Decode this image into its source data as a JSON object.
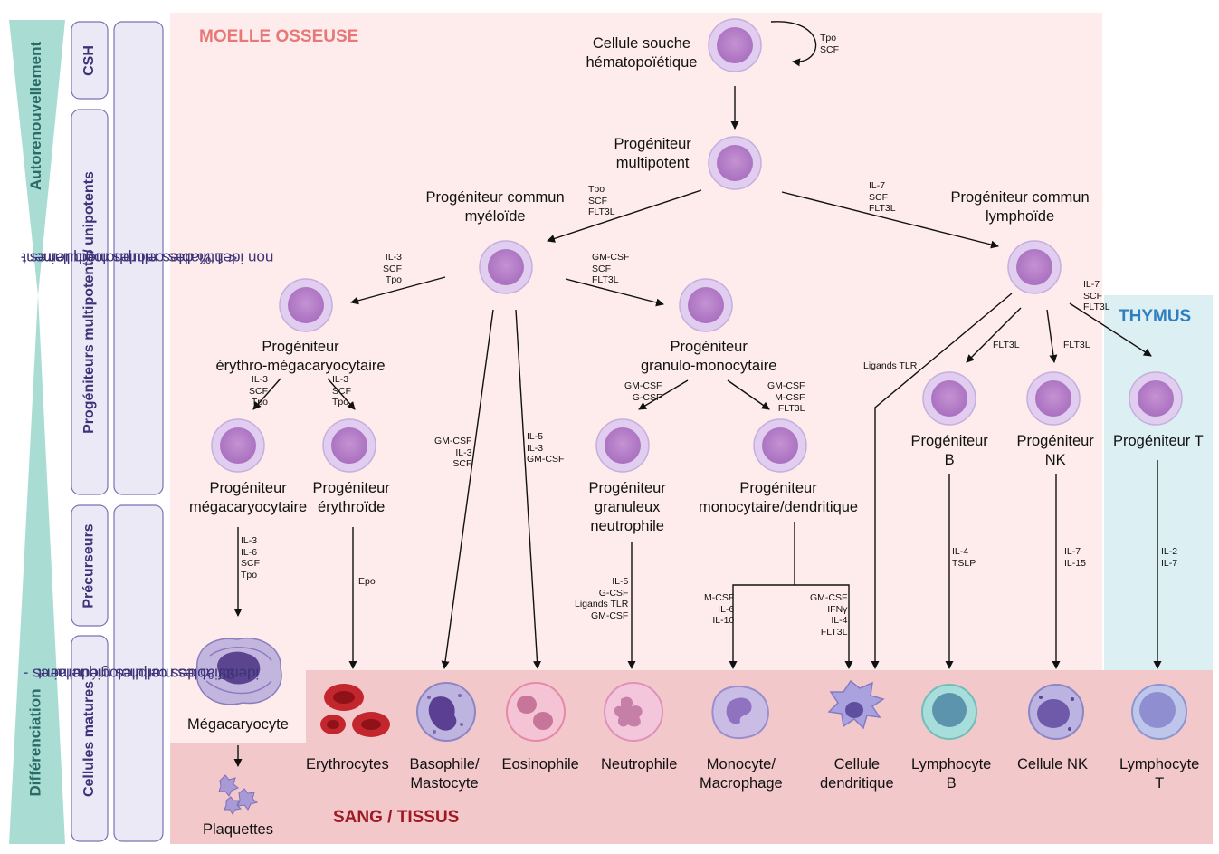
{
  "zones": {
    "moelle": "MOELLE OSSEUSE",
    "thymus": "THYMUS",
    "sang": "SANG / TISSUS"
  },
  "sidebar": {
    "top": "Autorenouvellement",
    "bottom": "Différenciation"
  },
  "stages": {
    "csh": "CSH",
    "progenitors": "Progéniteurs multipotents/ unipotents",
    "precursors": "Précurseurs",
    "mature": "Cellules matures"
  },
  "percent": {
    "upper_line1": "< 1 % des cellules médullaires -",
    "upper_line2": "non identifiables morphologiquement",
    "lower_line1": "99 % des cellules médullaires -",
    "lower_line2": "identifiables morphologiquement"
  },
  "cells": {
    "hsc": [
      "Cellule souche",
      "hématopoïétique"
    ],
    "mpp": [
      "Progéniteur",
      "multipotent"
    ],
    "cmp": [
      "Progéniteur commun",
      "myéloïde"
    ],
    "clp": [
      "Progéniteur commun",
      "lymphoïde"
    ],
    "mep": [
      "Progéniteur",
      "érythro-mégacaryocytaire"
    ],
    "gmp": [
      "Progéniteur",
      "granulo-monocytaire"
    ],
    "mkp": [
      "Progéniteur",
      "mégacaryocytaire"
    ],
    "ep": [
      "Progéniteur",
      "érythroïde"
    ],
    "gnp": [
      "Progéniteur",
      "granuleux",
      "neutrophile"
    ],
    "mdp": [
      "Progéniteur",
      "monocytaire/dendritique"
    ],
    "bp": [
      "Progéniteur",
      "B"
    ],
    "nkp": [
      "Progéniteur",
      "NK"
    ],
    "tp": [
      "Progéniteur T"
    ]
  },
  "mature": {
    "megakaryocyte": "Mégacaryocyte",
    "platelets": "Plaquettes",
    "erythrocytes": "Erythrocytes",
    "basophil": [
      "Basophile/",
      "Mastocyte"
    ],
    "eosinophil": "Eosinophile",
    "neutrophil": "Neutrophile",
    "monocyte": [
      "Monocyte/",
      "Macrophage"
    ],
    "dendritic": [
      "Cellule",
      "dendritique"
    ],
    "lymphB": [
      "Lymphocyte",
      "B"
    ],
    "nk": "Cellule NK",
    "lymphT": [
      "Lymphocyte",
      "T"
    ]
  },
  "factors": {
    "self": [
      "Tpo",
      "SCF"
    ],
    "mpp_cmp": [
      "Tpo",
      "SCF",
      "FLT3L"
    ],
    "mpp_clp": [
      "IL-7",
      "SCF",
      "FLT3L"
    ],
    "cmp_mep": [
      "IL-3",
      "SCF",
      "Tpo"
    ],
    "cmp_gmp": [
      "GM-CSF",
      "SCF",
      "FLT3L"
    ],
    "mep_mkp": [
      "IL-3",
      "SCF",
      "Tpo"
    ],
    "mep_ep": [
      "IL-3",
      "SCF",
      "Tpo"
    ],
    "gmp_gnp": [
      "GM-CSF",
      "G-CSF"
    ],
    "gmp_mdp": [
      "GM-CSF",
      "M-CSF",
      "FLT3L"
    ],
    "cmp_baso": [
      "GM-CSF",
      "IL-3",
      "SCF"
    ],
    "cmp_eos": [
      "IL-5",
      "IL-3",
      "GM-CSF"
    ],
    "clp_t": [
      "IL-7",
      "SCF",
      "FLT3L"
    ],
    "clp_b": "FLT3L",
    "clp_nk": "FLT3L",
    "clp_dc": "Ligands TLR",
    "mkp_mk": [
      "IL-3",
      "IL-6",
      "SCF",
      "Tpo"
    ],
    "ep_ery": "Epo",
    "gnp_neu": [
      "IL-5",
      "G-CSF",
      "Ligands TLR",
      "GM-CSF"
    ],
    "mdp_mono": [
      "M-CSF",
      "IL-6",
      "IL-10"
    ],
    "mdp_dc": [
      "GM-CSF",
      "IFNγ",
      "IL-4",
      "FLT3L"
    ],
    "bp_b": [
      "IL-4",
      "TSLP"
    ],
    "nkp_nk": [
      "IL-7",
      "IL-15"
    ],
    "tp_t": [
      "IL-2",
      "IL-7"
    ]
  },
  "colors": {
    "marrow_bg": "#fdeceb",
    "thymus_bg": "#dcf0f4",
    "blood_bg": "#f2c8cb",
    "marrow_title": "#e87878",
    "thymus_title": "#2f7fc0",
    "blood_title": "#9e1a22",
    "teal": "#a9ddd4",
    "stage_fill": "#ece9f6",
    "stage_stroke": "#7a72b3",
    "cell_outer": "#e0cdef",
    "cell_inner": "#b27fc6"
  }
}
